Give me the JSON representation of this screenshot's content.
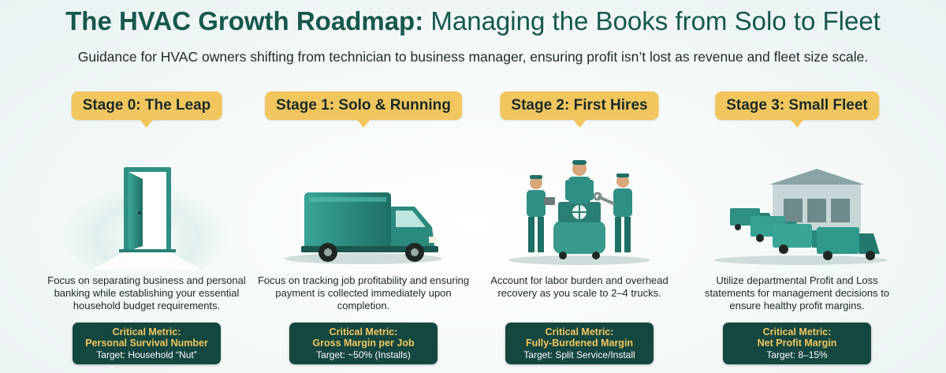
{
  "header": {
    "title_bold": "The HVAC Growth Roadmap:",
    "title_rest": "Managing the Books from Solo to Fleet",
    "subtitle": "Guidance for HVAC owners shifting from technician to business manager, ensuring profit isn’t lost as revenue and fleet size scale."
  },
  "stages": [
    {
      "label": "Stage 0: The Leap",
      "illustration": "open-door-icon",
      "description": "Focus on separating business and personal banking while establishing your essential household budget requirements.",
      "metric_heading": "Critical Metric:",
      "metric_name": "Personal Survival Number",
      "metric_target": "Target: Household “Nut”"
    },
    {
      "label": "Stage 1: Solo & Running",
      "illustration": "service-van-icon",
      "description": "Focus on tracking job profitability and ensuring payment is collected immediately upon completion.",
      "metric_heading": "Critical Metric:",
      "metric_name": "Gross Margin per Job",
      "metric_target": "Target: ~50% (Installs)"
    },
    {
      "label": "Stage 2: First Hires",
      "illustration": "technician-team-icon",
      "description": "Account for labor burden and overhead recovery as you scale to 2–4 trucks.",
      "metric_heading": "Critical Metric:",
      "metric_name": "Fully-Burdened Margin",
      "metric_target": "Target: Split Service/Install"
    },
    {
      "label": "Stage 3: Small Fleet",
      "illustration": "fleet-warehouse-icon",
      "description": "Utilize departmental Profit and Loss statements for management decisions to ensure healthy profit margins.",
      "metric_heading": "Critical Metric:",
      "metric_name": "Net Profit Margin",
      "metric_target": "Target: 8–15%"
    }
  ],
  "colors": {
    "title": "#17574d",
    "badge": "#f2c65e",
    "metric_bg": "#14473f",
    "metric_text": "#f2c65e"
  }
}
